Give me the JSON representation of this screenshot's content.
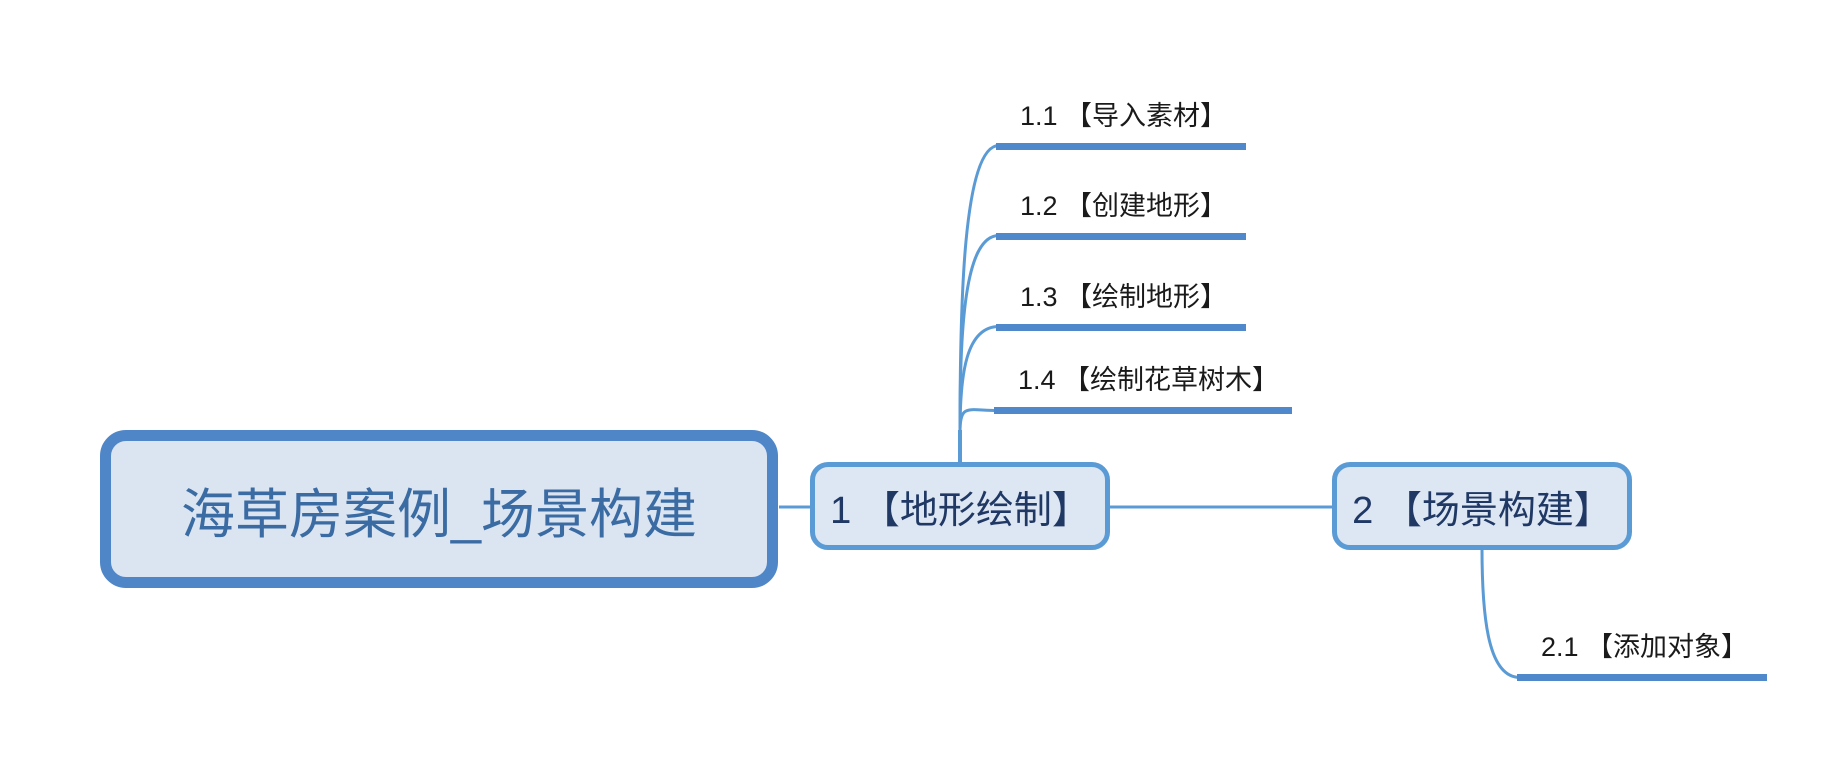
{
  "diagram": {
    "type": "mindmap"
  },
  "root": {
    "label": "海草房案例_场景构建"
  },
  "branches": [
    {
      "label": "1 【地形绘制】",
      "children": [
        {
          "label": "1.1 【导入素材】"
        },
        {
          "label": "1.2 【创建地形】"
        },
        {
          "label": "1.3 【绘制地形】"
        },
        {
          "label": "1.4 【绘制花草树木】"
        }
      ]
    },
    {
      "label": "2 【场景构建】",
      "children": [
        {
          "label": "2.1 【添加对象】"
        }
      ]
    }
  ],
  "colors": {
    "canvas-bg": "#ffffff",
    "root-border": "#4f86c8",
    "root-fill": "#dbe4f1",
    "root-text": "#3a6ba3",
    "topic-border": "#5b9bd5",
    "topic-fill": "#dde6f3",
    "topic-text": "#1f3864",
    "subtopic-text": "#1a1a1a",
    "underline": "#4f88cb",
    "connector": "#5b9bd5"
  }
}
